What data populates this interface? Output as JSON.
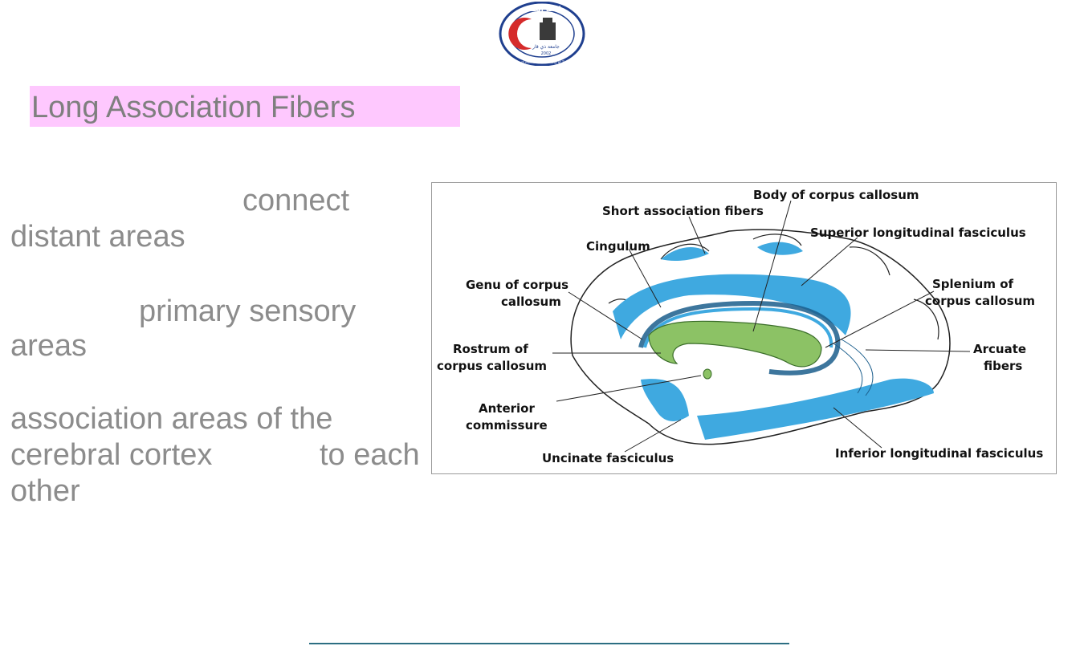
{
  "slide": {
    "title": "Long Association Fibers",
    "body_lines": [
      "connect",
      "distant areas",
      "primary sensory",
      "areas",
      "association areas of the",
      "cerebral cortex",
      "to each",
      "other"
    ]
  },
  "logo": {
    "text_arabic": "كلية الطب",
    "text_university_arabic": "جامعة ذي قار",
    "text_english": "College of Medicine University of Thi - Qar",
    "year": "2002"
  },
  "figure": {
    "labels": {
      "body_cc": "Body of corpus callosum",
      "short_assoc": "Short association fibers",
      "superior_lf": "Superior longitudinal fasciculus",
      "cingulum": "Cingulum",
      "genu_1": "Genu of corpus",
      "genu_2": "callosum",
      "splenium_1": "Splenium of",
      "splenium_2": "corpus callosum",
      "rostrum_1": "Rostrum of",
      "rostrum_2": "corpus callosum",
      "arcuate_1": "Arcuate",
      "arcuate_2": "fibers",
      "anterior_1": "Anterior",
      "anterior_2": "commissure",
      "uncinate": "Uncinate fasciculus",
      "inferior_lf": "Inferior longitudinal fasciculus"
    }
  },
  "colors": {
    "title_bg": "#fec8fe",
    "fiber_blue": "#3fa9e0",
    "corpus_green": "#8cc265",
    "footer_line": "#2c6e82"
  }
}
